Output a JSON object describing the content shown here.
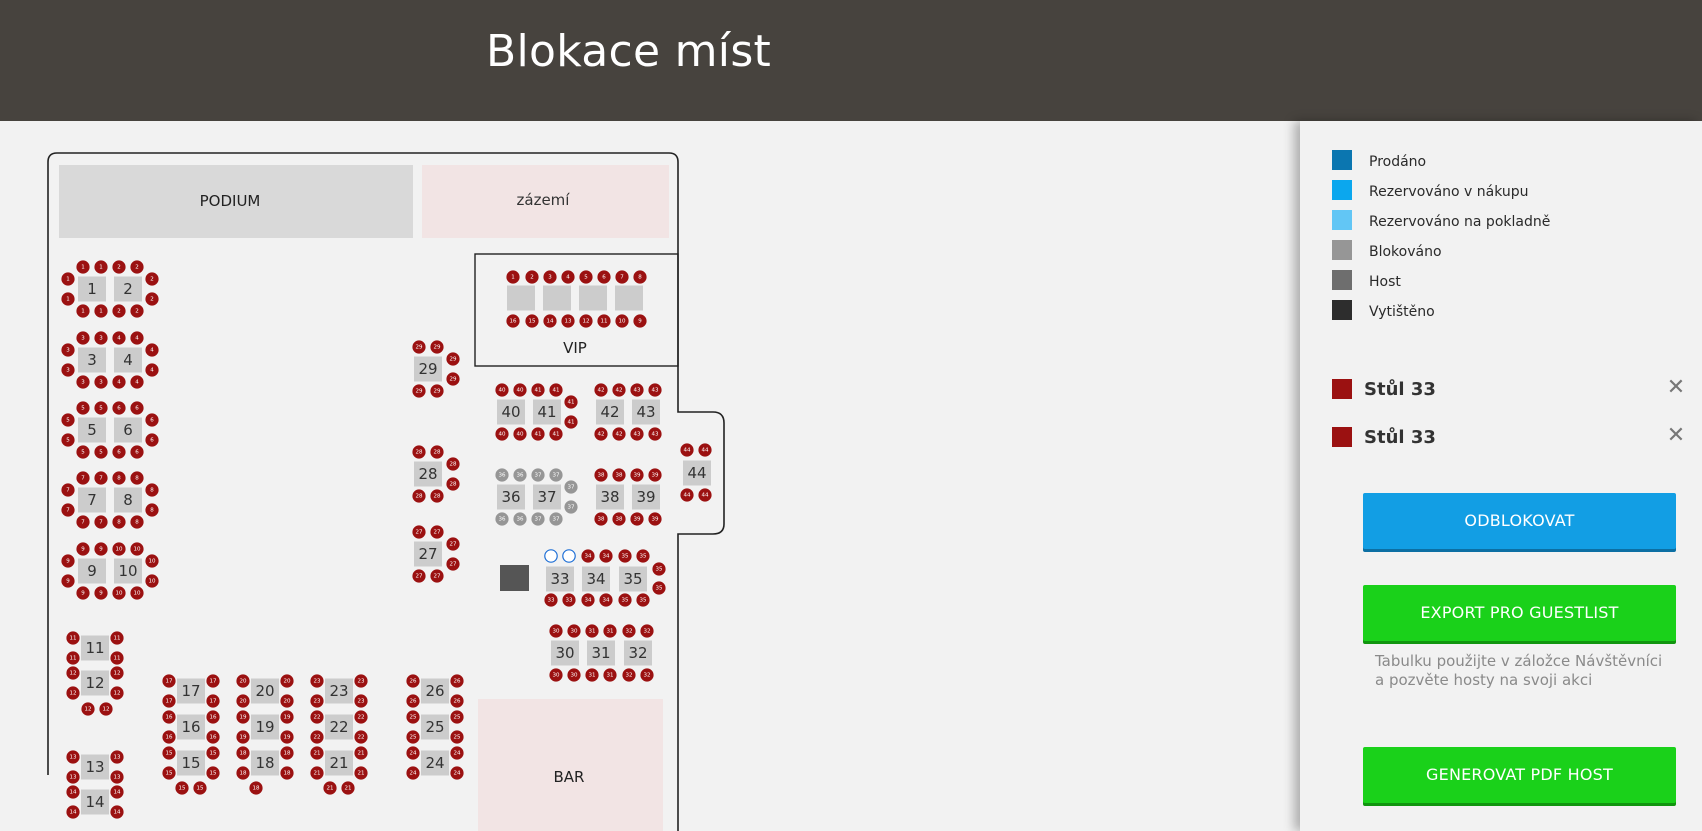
{
  "header": {
    "title": "Blokace míst"
  },
  "legend": [
    {
      "label": "Prodáno",
      "color": "#0b76b0"
    },
    {
      "label": "Rezervováno v nákupu",
      "color": "#0ba7ee"
    },
    {
      "label": "Rezervováno na pokladně",
      "color": "#62c6f5"
    },
    {
      "label": "Blokováno",
      "color": "#969696"
    },
    {
      "label": "Host",
      "color": "#6e6e6e"
    },
    {
      "label": "Vytištěno",
      "color": "#2d2d2d"
    }
  ],
  "selected": [
    {
      "label": "Stůl 33",
      "remove_icon": "close-icon",
      "remove_symbol": "✕"
    },
    {
      "label": "Stůl 33",
      "remove_icon": "close-icon",
      "remove_symbol": "✕"
    }
  ],
  "buttons": {
    "unblock": "ODBLOKOVAT",
    "export": "EXPORT PRO GUESTLIST",
    "generate_pdf": "GENEROVAT PDF HOST"
  },
  "hint": "Tabulku použijte v záložce Návštěvníci a pozvěte hosty na svoji akci",
  "colors": {
    "header_bg": "#47433e",
    "seat_default": "#9b1111",
    "seat_blocked": "#969696",
    "table": "#cccccc",
    "zone_podium": "#d9d9d9",
    "zone_pink": "#f2e4e4",
    "selected_seat_outline": "#1e6fd6",
    "object_dark": "#555555"
  },
  "floor": {
    "zones": [
      {
        "id": "podium",
        "label": "PODIUM"
      },
      {
        "id": "zazemi",
        "label": "zázemí"
      },
      {
        "id": "vip",
        "label": "VIP"
      },
      {
        "id": "bar",
        "label": "BAR"
      }
    ],
    "tables": [
      {
        "id": "1",
        "label": "1",
        "seat_labels": [
          "1"
        ]
      },
      {
        "id": "2",
        "label": "2",
        "seat_labels": [
          "2"
        ]
      },
      {
        "id": "3",
        "label": "3",
        "seat_labels": [
          "3"
        ]
      },
      {
        "id": "4",
        "label": "4",
        "seat_labels": [
          "4"
        ]
      },
      {
        "id": "5",
        "label": "5",
        "seat_labels": [
          "5"
        ]
      },
      {
        "id": "6",
        "label": "6",
        "seat_labels": [
          "6"
        ]
      },
      {
        "id": "7",
        "label": "7",
        "seat_labels": [
          "7"
        ]
      },
      {
        "id": "8",
        "label": "8",
        "seat_labels": [
          "8"
        ]
      },
      {
        "id": "9",
        "label": "9",
        "seat_labels": [
          "9"
        ]
      },
      {
        "id": "10",
        "label": "10",
        "seat_labels": [
          "10"
        ]
      },
      {
        "id": "11",
        "label": "11",
        "seat_labels": [
          "11"
        ]
      },
      {
        "id": "12",
        "label": "12",
        "seat_labels": [
          "12"
        ]
      },
      {
        "id": "13",
        "label": "13",
        "seat_labels": [
          "13"
        ]
      },
      {
        "id": "14",
        "label": "14",
        "seat_labels": [
          "14"
        ]
      },
      {
        "id": "15",
        "label": "15",
        "seat_labels": [
          "15"
        ]
      },
      {
        "id": "16",
        "label": "16",
        "seat_labels": [
          "16"
        ]
      },
      {
        "id": "17",
        "label": "17",
        "seat_labels": [
          "17"
        ]
      },
      {
        "id": "18",
        "label": "18",
        "seat_labels": [
          "18"
        ]
      },
      {
        "id": "19",
        "label": "19",
        "seat_labels": [
          "19"
        ]
      },
      {
        "id": "20",
        "label": "20",
        "seat_labels": [
          "20"
        ]
      },
      {
        "id": "21",
        "label": "21",
        "seat_labels": [
          "21"
        ]
      },
      {
        "id": "22",
        "label": "22",
        "seat_labels": [
          "22"
        ]
      },
      {
        "id": "23",
        "label": "23",
        "seat_labels": [
          "23"
        ]
      },
      {
        "id": "24",
        "label": "24",
        "seat_labels": [
          "24"
        ]
      },
      {
        "id": "25",
        "label": "25",
        "seat_labels": [
          "25"
        ]
      },
      {
        "id": "26",
        "label": "26",
        "seat_labels": [
          "26"
        ]
      },
      {
        "id": "27",
        "label": "27",
        "seat_labels": [
          "27"
        ]
      },
      {
        "id": "28",
        "label": "28",
        "seat_labels": [
          "28"
        ]
      },
      {
        "id": "29",
        "label": "29",
        "seat_labels": [
          "29"
        ]
      },
      {
        "id": "30",
        "label": "30",
        "seat_labels": [
          "30"
        ]
      },
      {
        "id": "31",
        "label": "31",
        "seat_labels": [
          "31"
        ]
      },
      {
        "id": "32",
        "label": "32",
        "seat_labels": [
          "32"
        ]
      },
      {
        "id": "33",
        "label": "33",
        "seat_labels": [
          "33"
        ]
      },
      {
        "id": "34",
        "label": "34",
        "seat_labels": [
          "34"
        ]
      },
      {
        "id": "35",
        "label": "35",
        "seat_labels": [
          "35"
        ]
      },
      {
        "id": "36",
        "label": "36",
        "seat_labels": [
          "36"
        ]
      },
      {
        "id": "37",
        "label": "37",
        "seat_labels": [
          "37"
        ]
      },
      {
        "id": "38",
        "label": "38",
        "seat_labels": [
          "38"
        ]
      },
      {
        "id": "39",
        "label": "39",
        "seat_labels": [
          "39"
        ]
      },
      {
        "id": "40",
        "label": "40",
        "seat_labels": [
          "40"
        ]
      },
      {
        "id": "41",
        "label": "41",
        "seat_labels": [
          "41"
        ]
      },
      {
        "id": "42",
        "label": "42",
        "seat_labels": [
          "42"
        ]
      },
      {
        "id": "43",
        "label": "43",
        "seat_labels": [
          "43"
        ]
      },
      {
        "id": "44",
        "label": "44",
        "seat_labels": [
          "44"
        ]
      },
      {
        "id": "v1",
        "label": "",
        "seat_labels": [
          "1",
          "16"
        ]
      },
      {
        "id": "v2",
        "label": "",
        "seat_labels": [
          "2",
          "3",
          "15",
          "14"
        ]
      },
      {
        "id": "v3",
        "label": "",
        "seat_labels": [
          "4",
          "5",
          "13",
          "12"
        ]
      },
      {
        "id": "v4",
        "label": "",
        "seat_labels": [
          "6",
          "7",
          "11",
          "10"
        ]
      },
      {
        "id": "v5",
        "label": "",
        "seat_labels": [
          "8",
          "9"
        ]
      }
    ],
    "blocked_seat_tables": [
      "36",
      "37"
    ],
    "selected_seat_count": 2
  }
}
